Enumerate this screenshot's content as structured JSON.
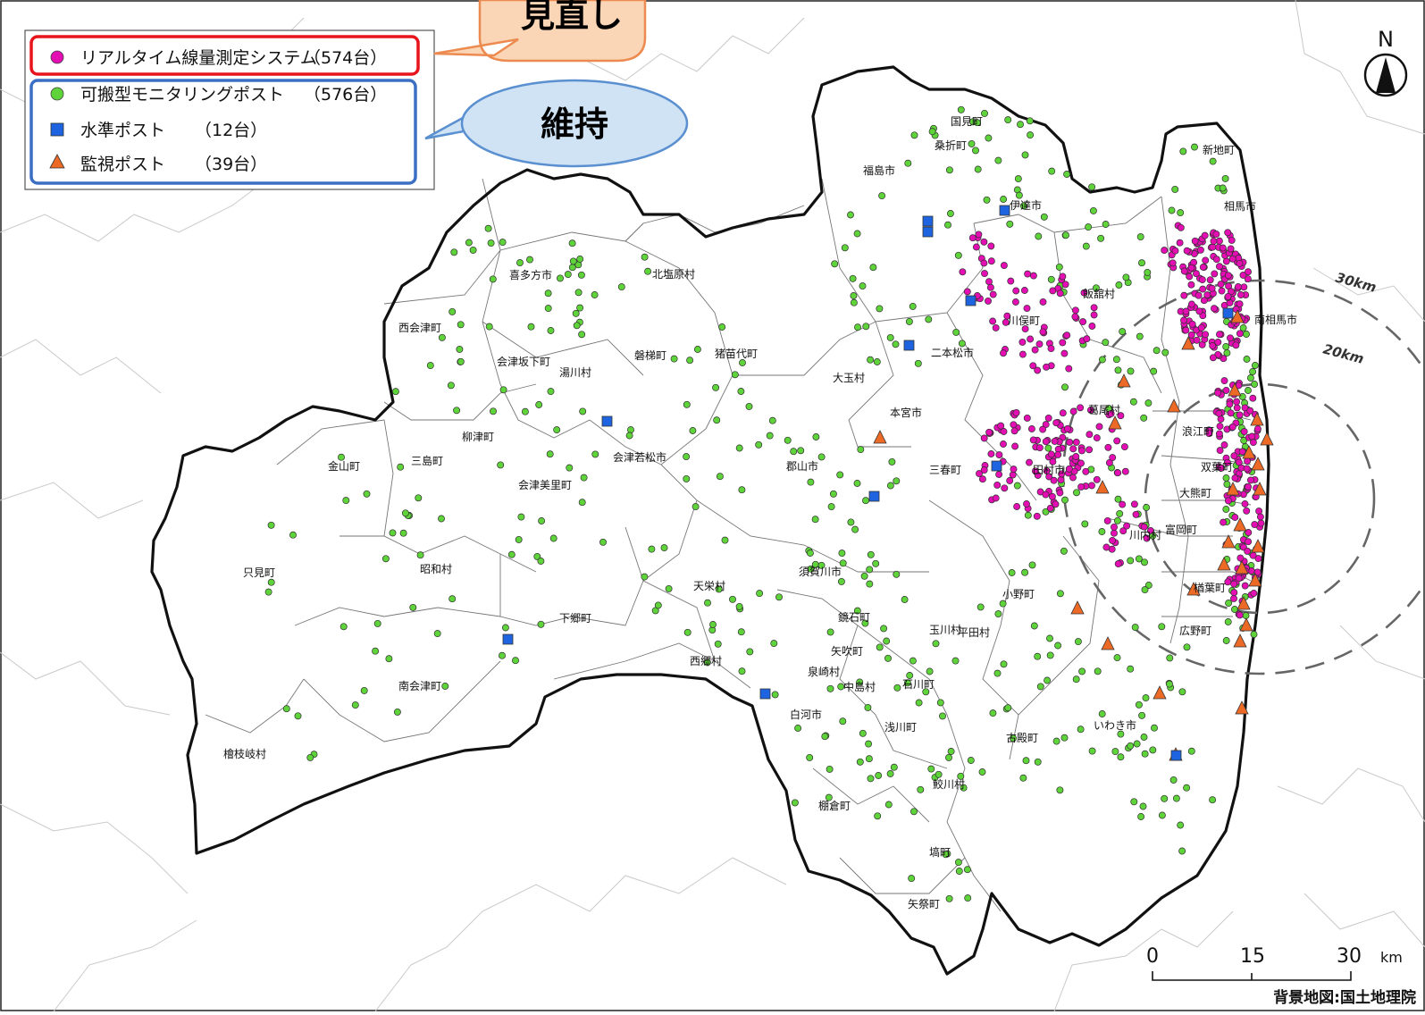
{
  "legend": {
    "items": [
      {
        "label": "リアルタイム線量測定システム",
        "count": "（574台）",
        "symbol": "circle",
        "color": "#e40fb3"
      },
      {
        "label": "可搬型モニタリングポスト",
        "count": "（576台）",
        "symbol": "circle",
        "color": "#5fd43a"
      },
      {
        "label": "水準ポスト",
        "count": "（12台）",
        "symbol": "square",
        "color": "#1e63e0"
      },
      {
        "label": "監視ポスト",
        "count": "（39台）",
        "symbol": "triangle",
        "color": "#ec6a26"
      }
    ]
  },
  "callouts": {
    "review": "見直し",
    "maintain": "維持"
  },
  "rings": {
    "r20": "20km",
    "r30": "30km"
  },
  "compass": {
    "north": "N"
  },
  "scale_bar": {
    "t0": "0",
    "t15": "15",
    "t30": "30",
    "unit": "km"
  },
  "credit": "背景地図:国土地理院",
  "municipalities": {
    "kunimi": "国見町",
    "koori": "桑折町",
    "fukushima": "福島市",
    "date": "伊達市",
    "shinchi": "新地町",
    "soma": "相馬市",
    "minamisoma": "南相馬市",
    "iitate": "飯舘村",
    "kawamata": "川俣町",
    "nihonmatsu": "二本松市",
    "otama": "大玉村",
    "motomiya": "本宮市",
    "katsurao": "葛尾村",
    "namie": "浪江町",
    "miharu": "三春町",
    "tamura": "田村市",
    "futaba": "双葉町",
    "okuma": "大熊町",
    "kawauchi": "川内村",
    "tomioka": "富岡町",
    "naraha": "楢葉町",
    "hirono": "広野町",
    "ono": "小野町",
    "kitashiobara": "北塩原村",
    "kitakata": "喜多方市",
    "nishiaizu": "西会津町",
    "aizubange": "会津坂下町",
    "yugawa": "湯川村",
    "bandai": "磐梯町",
    "inawashiro": "猪苗代町",
    "yanaizu": "柳津町",
    "aizuwakamatsu": "会津若松市",
    "kaneyama": "金山町",
    "mishima": "三島町",
    "aizumisato": "会津美里町",
    "koriyama": "郡山市",
    "tadami": "只見町",
    "showa": "昭和村",
    "sukagawa": "須賀川市",
    "tenei": "天栄村",
    "shimogo": "下郷町",
    "kagamiishi": "鏡石町",
    "tamakawa": "玉川村",
    "hirata": "平田村",
    "yabuki": "矢吹町",
    "nishigo": "西郷村",
    "izumizaki": "泉崎村",
    "nakajima": "中島村",
    "ishikawa": "石川町",
    "minamiaizu": "南会津町",
    "shirakawa": "白河市",
    "asakawa": "浅川町",
    "furudono": "古殿町",
    "iwaki": "いわき市",
    "hinoemata": "檜枝岐村",
    "samegawa": "鮫川村",
    "tanagura": "棚倉町",
    "hanawa": "塙町",
    "yamatsuri": "矢祭町"
  }
}
